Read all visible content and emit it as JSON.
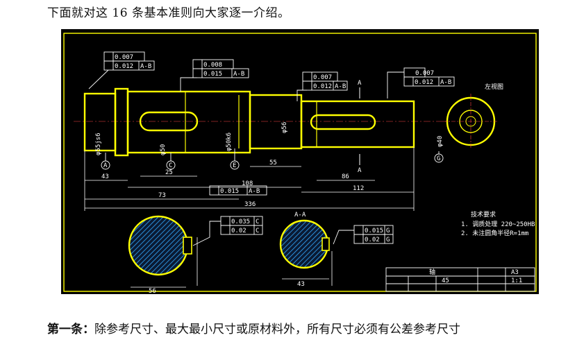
{
  "intro_text": "下面就对这 16 条基本准则向大家逐一介绍。",
  "rule": {
    "title": "第一条：",
    "text": "除参考尺寸、最大最小尺寸或原材料外，所有尺寸必须有公差参考尺寸"
  },
  "colors": {
    "background": "#000000",
    "part_outline": "#ffff00",
    "dimension_lines": "#ffffff",
    "hatch": "#33aaff",
    "page": "#ffffff"
  },
  "drawing": {
    "section_title": "A-A",
    "right_view_label": "左视图",
    "tolerances": {
      "t1": [
        "0.007",
        "0.012",
        "A-B"
      ],
      "t2": [
        "0.008",
        "0.015",
        "A-B"
      ],
      "t3": [
        "0.007",
        "0.012",
        "A-B"
      ],
      "t4": [
        "0.007",
        "0.012",
        "A-B"
      ],
      "t5": [
        "0.015",
        "A-B"
      ],
      "t6": [
        "0.035",
        "C"
      ],
      "t6b": [
        "0.02",
        "C"
      ],
      "t7": [
        "0.015",
        "G"
      ],
      "t7b": [
        "0.02",
        "G"
      ]
    },
    "dims": {
      "d43": "43",
      "d25": "25",
      "d73": "73",
      "d108": "108",
      "d55": "55",
      "d86": "86",
      "d112": "112",
      "d336": "336",
      "d56": "56",
      "d43b": "43"
    },
    "diameters": {
      "dia1": "φ55js6",
      "dia2": "φ50",
      "dia3": "φ50k6",
      "dia4": "φ56",
      "dia5": "φ40"
    },
    "datums": [
      "A",
      "C",
      "E",
      "G"
    ],
    "notes_title": "技术要求",
    "notes": [
      "1. 调质处理 220~250HB",
      "2. 未注圆角半径R=1mm"
    ],
    "title_block": {
      "name": "轴",
      "material": "45",
      "scale": "1:1",
      "sheet": "A3"
    }
  }
}
